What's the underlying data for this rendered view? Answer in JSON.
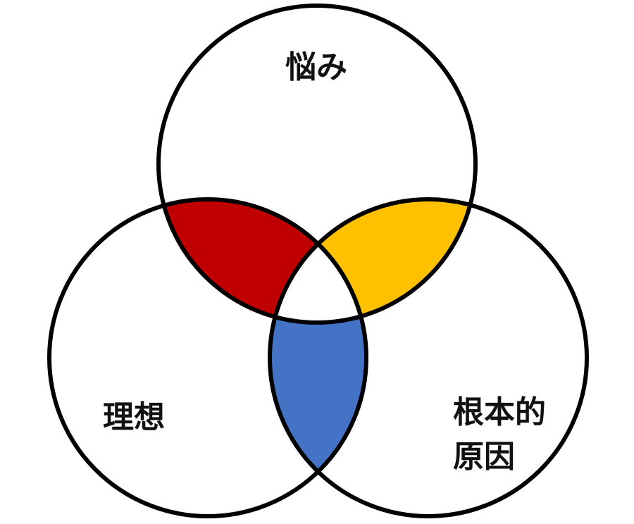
{
  "diagram": {
    "sets": [
      {
        "id": "top",
        "label_lines": [
          "悩み"
        ]
      },
      {
        "id": "left",
        "label_lines": [
          "理想"
        ]
      },
      {
        "id": "right",
        "label_lines": [
          "根本的",
          "原因"
        ]
      }
    ],
    "intersections": {
      "top_left": {
        "color": "#c00000"
      },
      "top_right": {
        "color": "#ffc000"
      },
      "left_right": {
        "color": "#4472c4"
      },
      "all_three": {
        "color": "#ffffff"
      }
    },
    "outline_color": "#000000",
    "background": "#ffffff"
  }
}
